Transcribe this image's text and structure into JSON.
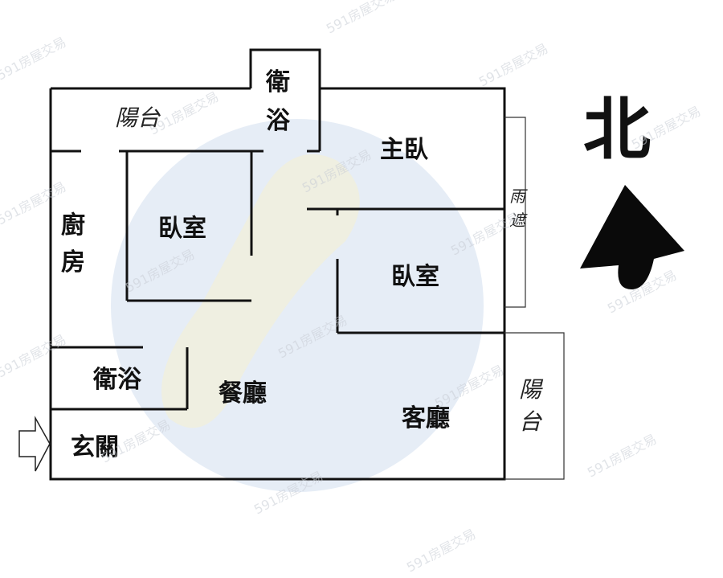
{
  "rooms": {
    "balcony_north": "陽台",
    "bath_top": [
      "衛",
      "浴"
    ],
    "master_bedroom": "主臥",
    "rain_shelter": [
      "雨",
      "遮"
    ],
    "kitchen": [
      "廚",
      "房"
    ],
    "bedroom_left": "臥室",
    "bedroom_right": "臥室",
    "bath_bottom": "衛浴",
    "dining": "餐廳",
    "living": "客廳",
    "balcony_east": [
      "陽",
      "台"
    ],
    "entrance": "玄關"
  },
  "compass": {
    "label": "北"
  },
  "watermark": "591房屋交易",
  "colors": {
    "wall": "#111111",
    "watermark_blue": "#c7d6ea",
    "watermark_yellow": "#f3efc9"
  }
}
